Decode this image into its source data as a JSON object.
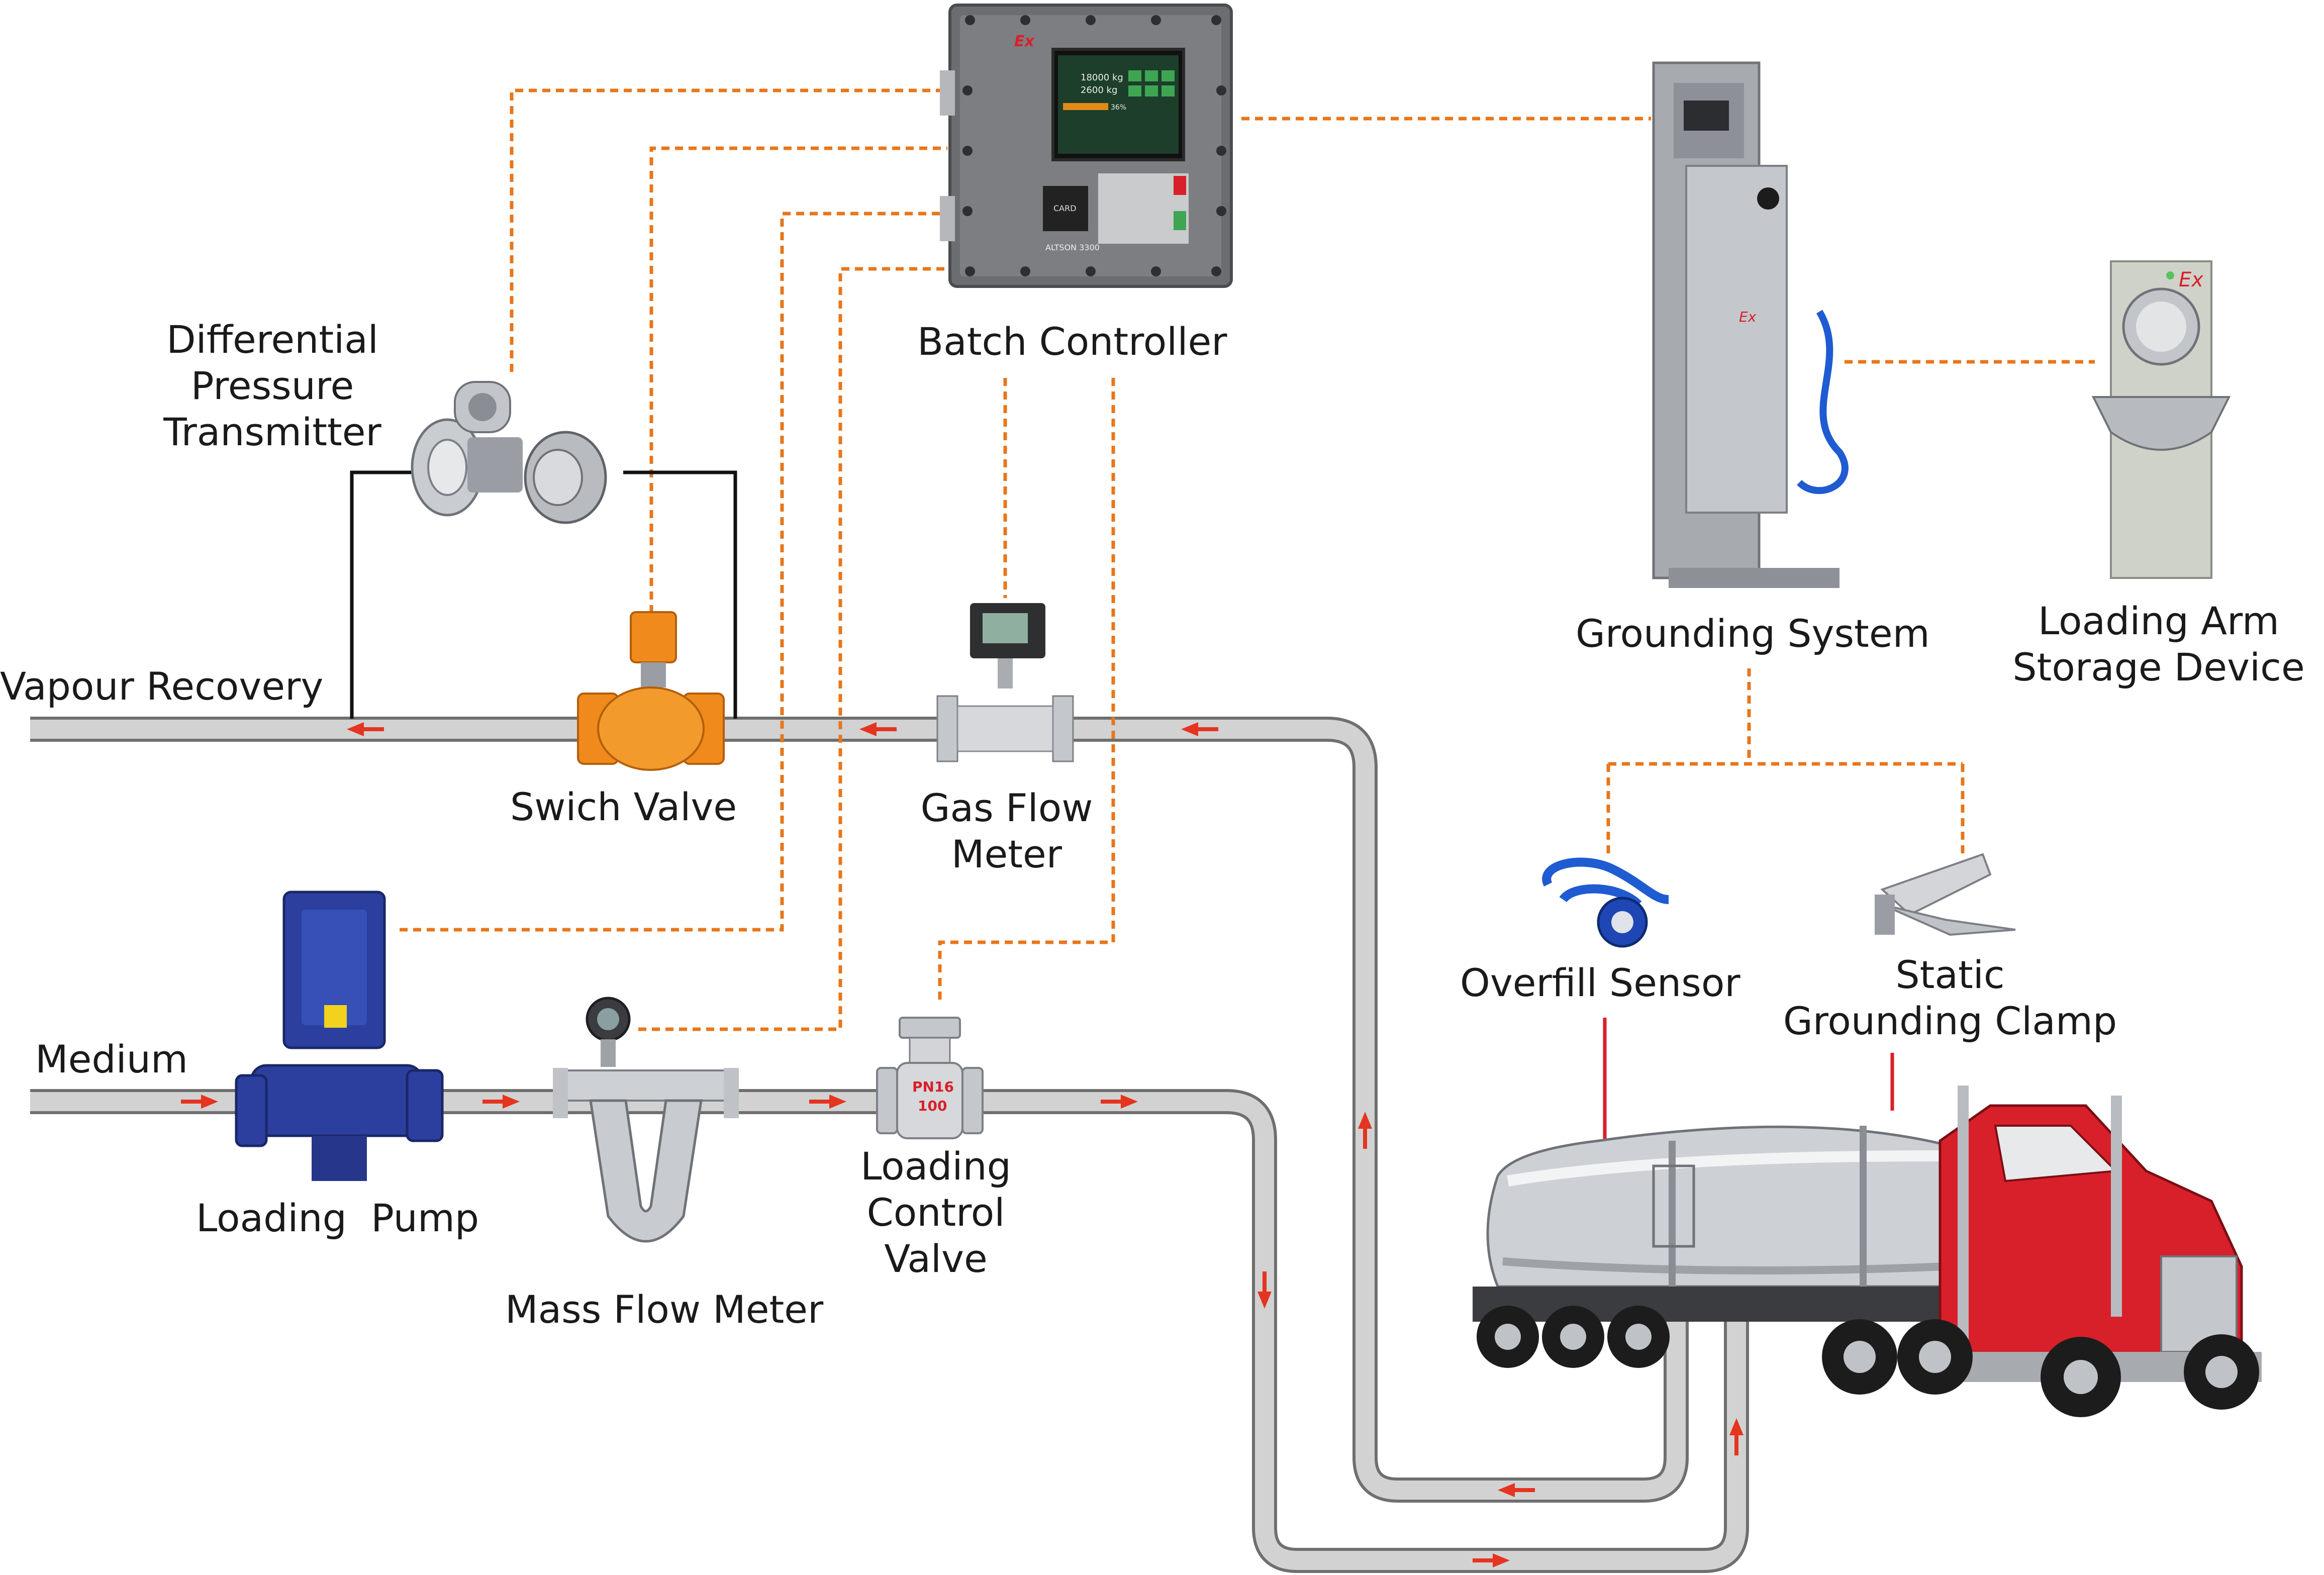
{
  "labels": {
    "differential_pressure_transmitter": [
      "Differential",
      "Pressure",
      "Transmitter"
    ],
    "batch_controller": "Batch Controller",
    "grounding_system": "Grounding System",
    "loading_arm_storage_device": [
      "Loading Arm",
      "Storage Device"
    ],
    "vapour_recovery": "Vapour Recovery",
    "swich_valve": "Swich Valve",
    "gas_flow_meter": [
      "Gas Flow",
      "Meter"
    ],
    "overfill_sensor": "Overfill Sensor",
    "static_grounding_clamp": [
      "Static",
      "Grounding Clamp"
    ],
    "medium": "Medium",
    "loading_pump": "Loading  Pump",
    "mass_flow_meter": "Mass Flow Meter",
    "loading_control_valve": [
      "Loading",
      "Control",
      "Valve"
    ]
  },
  "equipment_markings": {
    "ex_mark": "Ex",
    "controller_card": "CARD",
    "controller_model": "ALTSON 3300",
    "controller_screen": [
      "18000 kg",
      "2600 kg",
      "36%"
    ],
    "valve_rating": [
      "PN16",
      "100"
    ]
  },
  "colors": {
    "signal_line": "#e8761b",
    "pipe": "#d2d2d2",
    "flow_arrow": "#e5341f",
    "pump": "#2c3f9e",
    "valve": "#f08a1c",
    "truck_cab": "#d8202a",
    "controller_screen": "#2a6e35"
  }
}
